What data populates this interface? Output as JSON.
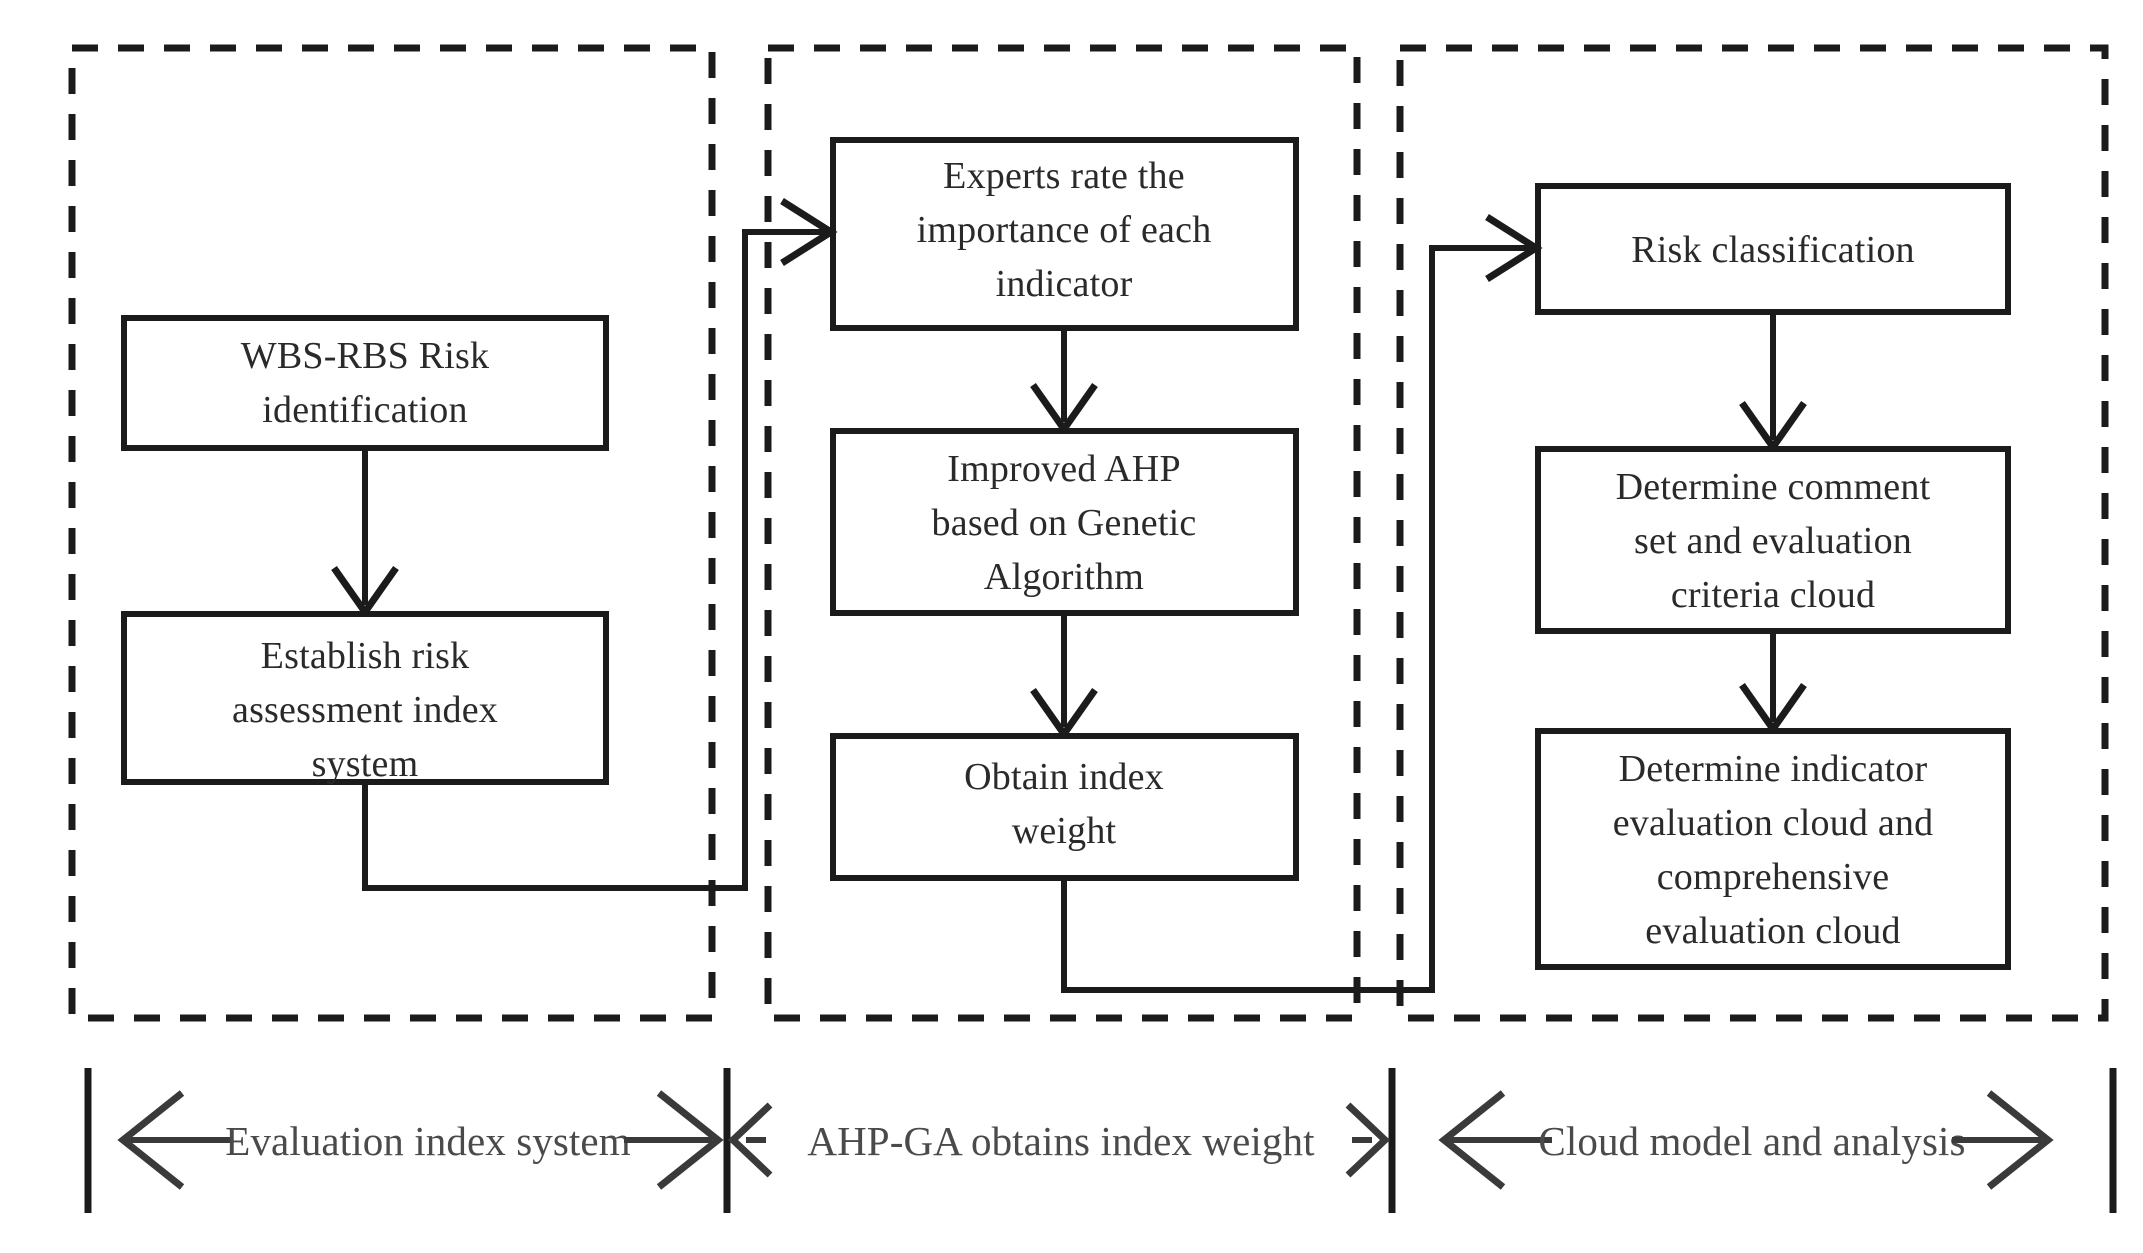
{
  "diagram": {
    "title": "Risk assessment methodology flowchart",
    "type": "flowchart",
    "colors": {
      "stroke": "#1b1b1b",
      "box_fill": "#ffffff",
      "text": "#2a2a2a",
      "phase_text": "#4a4a4a",
      "background": "#ffffff"
    },
    "groups": [
      {
        "id": "group-evaluation-index-system",
        "phase_label": "Evaluation index system",
        "nodes": [
          "node-wbs-rbs",
          "node-establish-index"
        ]
      },
      {
        "id": "group-ahp-ga",
        "phase_label": "AHP-GA obtains index weight",
        "nodes": [
          "node-experts-rate",
          "node-improved-ahp",
          "node-obtain-weight"
        ]
      },
      {
        "id": "group-cloud-model",
        "phase_label": "Cloud model and analysis",
        "nodes": [
          "node-risk-classification",
          "node-determine-comment",
          "node-determine-indicator"
        ]
      }
    ],
    "nodes": [
      {
        "id": "node-wbs-rbs",
        "lines": [
          "WBS-RBS Risk",
          "identification"
        ]
      },
      {
        "id": "node-establish-index",
        "lines": [
          "Establish risk",
          "assessment index",
          "system"
        ]
      },
      {
        "id": "node-experts-rate",
        "lines": [
          "Experts rate the",
          "importance of each",
          "indicator"
        ]
      },
      {
        "id": "node-improved-ahp",
        "lines": [
          "Improved AHP",
          "based on Genetic",
          "Algorithm"
        ]
      },
      {
        "id": "node-obtain-weight",
        "lines": [
          "Obtain index",
          "weight"
        ]
      },
      {
        "id": "node-risk-classification",
        "lines": [
          "Risk classification"
        ]
      },
      {
        "id": "node-determine-comment",
        "lines": [
          "Determine comment",
          "set and evaluation",
          "criteria cloud"
        ]
      },
      {
        "id": "node-determine-indicator",
        "lines": [
          "Determine indicator",
          "evaluation cloud and",
          "comprehensive",
          "evaluation cloud"
        ]
      }
    ],
    "edges": [
      {
        "id": "edge-wbs-to-establish",
        "from": "node-wbs-rbs",
        "to": "node-establish-index",
        "kind": "vertical-arrow"
      },
      {
        "id": "edge-establish-to-experts",
        "from": "node-establish-index",
        "to": "node-experts-rate",
        "kind": "orthogonal-arrow"
      },
      {
        "id": "edge-experts-to-ahp",
        "from": "node-experts-rate",
        "to": "node-improved-ahp",
        "kind": "vertical-arrow"
      },
      {
        "id": "edge-ahp-to-weight",
        "from": "node-improved-ahp",
        "to": "node-obtain-weight",
        "kind": "vertical-arrow"
      },
      {
        "id": "edge-weight-to-risk",
        "from": "node-obtain-weight",
        "to": "node-risk-classification",
        "kind": "orthogonal-arrow"
      },
      {
        "id": "edge-risk-to-comment",
        "from": "node-risk-classification",
        "to": "node-determine-comment",
        "kind": "vertical-arrow"
      },
      {
        "id": "edge-comment-to-indicator",
        "from": "node-determine-comment",
        "to": "node-determine-indicator",
        "kind": "vertical-arrow"
      }
    ],
    "phase_labels": [
      "Evaluation index system",
      "AHP-GA obtains index weight",
      "Cloud model and analysis"
    ]
  },
  "node_text": {
    "wbs_rbs_l1": "WBS-RBS Risk",
    "wbs_rbs_l2": "identification",
    "establish_l1": "Establish risk",
    "establish_l2": "assessment index",
    "establish_l3": "system",
    "experts_l1": "Experts rate the",
    "experts_l2": "importance of each",
    "experts_l3": "indicator",
    "ahp_l1": "Improved AHP",
    "ahp_l2": "based on Genetic",
    "ahp_l3": "Algorithm",
    "weight_l1": "Obtain index",
    "weight_l2": "weight",
    "risk_l1": "Risk classification",
    "comment_l1": "Determine comment",
    "comment_l2": "set and evaluation",
    "comment_l3": "criteria cloud",
    "indicator_l1": "Determine indicator",
    "indicator_l2": "evaluation cloud and",
    "indicator_l3": "comprehensive",
    "indicator_l4": "evaluation cloud"
  },
  "phase_text": {
    "phase1": "Evaluation index system",
    "phase2": "AHP-GA obtains index weight",
    "phase3": "Cloud model and analysis"
  }
}
